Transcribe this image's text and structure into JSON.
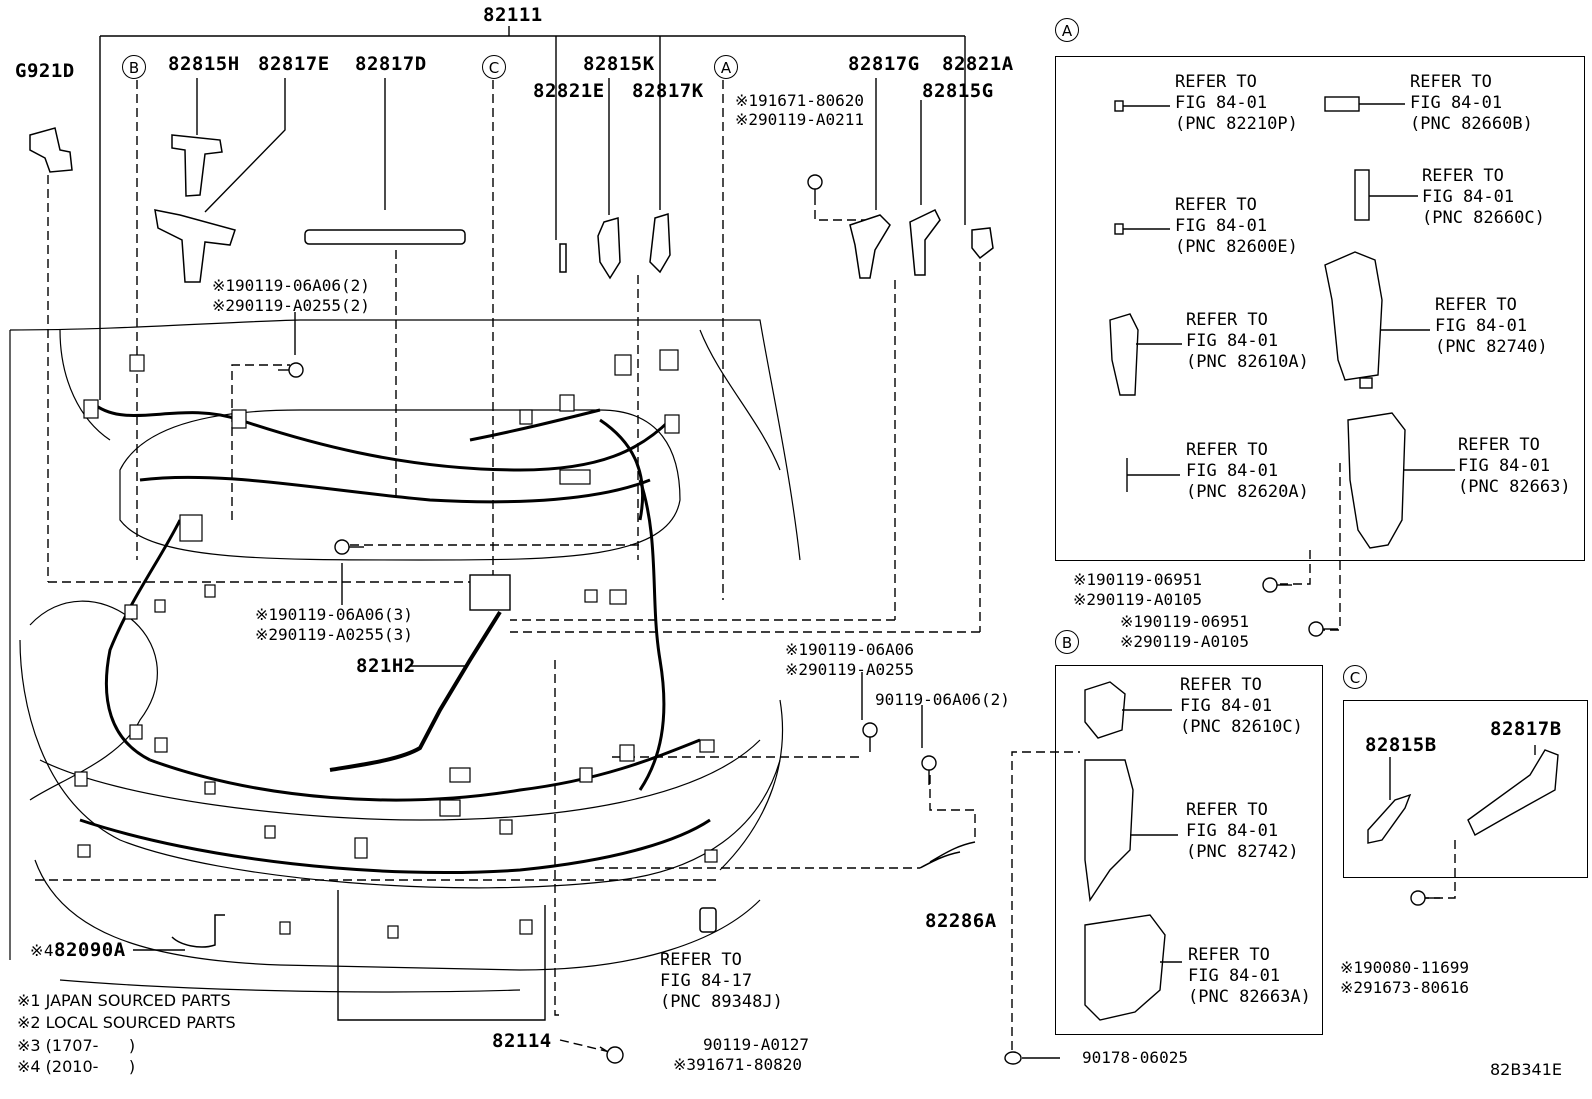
{
  "main": {
    "top_part": "82111",
    "parts": {
      "g921d": "G921D",
      "p82815h": "82815H",
      "p82817e": "82817E",
      "p82817d": "82817D",
      "p82815k": "82815K",
      "p82821e": "82821E",
      "p82817k": "82817K",
      "p82817g": "82817G",
      "p82815g": "82815G",
      "p82821a": "82821A",
      "p821h2": "821H2",
      "p82090a": "82090A",
      "p82114": "82114",
      "p82286a": "82286A"
    },
    "callouts": {
      "a": "A",
      "b": "B",
      "c": "C"
    },
    "bolts": {
      "b1_l1": "※191671-80620",
      "b1_l2": "※290119-A0211",
      "b2_l1": "※190119-06A06(2)",
      "b2_l2": "※290119-A0255(2)",
      "b3_l1": "※190119-06A06(3)",
      "b3_l2": "※290119-A0255(3)",
      "b4_l1": "※190119-06A06",
      "b4_l2": "※290119-A0255",
      "b5": "90119-06A06(2)",
      "b6_l1": "90119-A0127",
      "b6_l2": "※391671-80820"
    },
    "mark_82090a": "※4",
    "refer_89348j": "REFER TO\nFIG 84-17\n(PNC 89348J)",
    "notes": [
      "※1 JAPAN SOURCED PARTS",
      "※2 LOCAL SOURCED PARTS",
      "※3 (1707-      )",
      "※4 (2010-      )"
    ]
  },
  "inset_a": {
    "label": "A",
    "refs": [
      "REFER TO\nFIG 84-01\n(PNC 82210P)",
      "REFER TO\nFIG 84-01\n(PNC 82660B)",
      "REFER TO\nFIG 84-01\n(PNC 82600E)",
      "REFER TO\nFIG 84-01\n(PNC 82660C)",
      "REFER TO\nFIG 84-01\n(PNC 82610A)",
      "REFER TO\nFIG 84-01\n(PNC 82740)",
      "REFER TO\nFIG 84-01\n(PNC 82620A)",
      "REFER TO\nFIG 84-01\n(PNC 82663)"
    ],
    "bolt1_l1": "※190119-06951",
    "bolt1_l2": "※290119-A0105",
    "bolt2_l1": "※190119-06951",
    "bolt2_l2": "※290119-A0105"
  },
  "inset_b": {
    "label": "B",
    "refs": [
      "REFER TO\nFIG 84-01\n(PNC 82610C)",
      "REFER TO\nFIG 84-01\n(PNC 82742)",
      "REFER TO\nFIG 84-01\n(PNC 82663A)"
    ],
    "clip": "90178-06025"
  },
  "inset_c": {
    "label": "C",
    "p82815b": "82815B",
    "p82817b": "82817B",
    "bolt_l1": "※190080-11699",
    "bolt_l2": "※291673-80616"
  },
  "figure_code": "82B341E"
}
